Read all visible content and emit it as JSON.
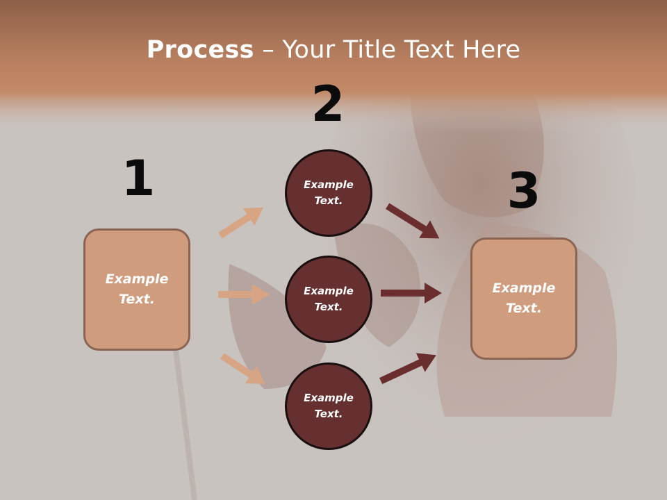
{
  "title": {
    "bold": "Process",
    "rest": " – Your Title Text Here"
  },
  "steps": [
    {
      "number": "1",
      "text": "Example Text."
    },
    {
      "number": "2",
      "circles": [
        "Example Text.",
        "Example Text.",
        "Example Text."
      ]
    },
    {
      "number": "3",
      "text": "Example Text."
    }
  ],
  "colors": {
    "header_band": "#b97e5c",
    "box_fill": "#cf9d7e",
    "circle_fill": "#663030",
    "arrow_light": "#d7a583",
    "arrow_dark": "#6b2e2e"
  }
}
